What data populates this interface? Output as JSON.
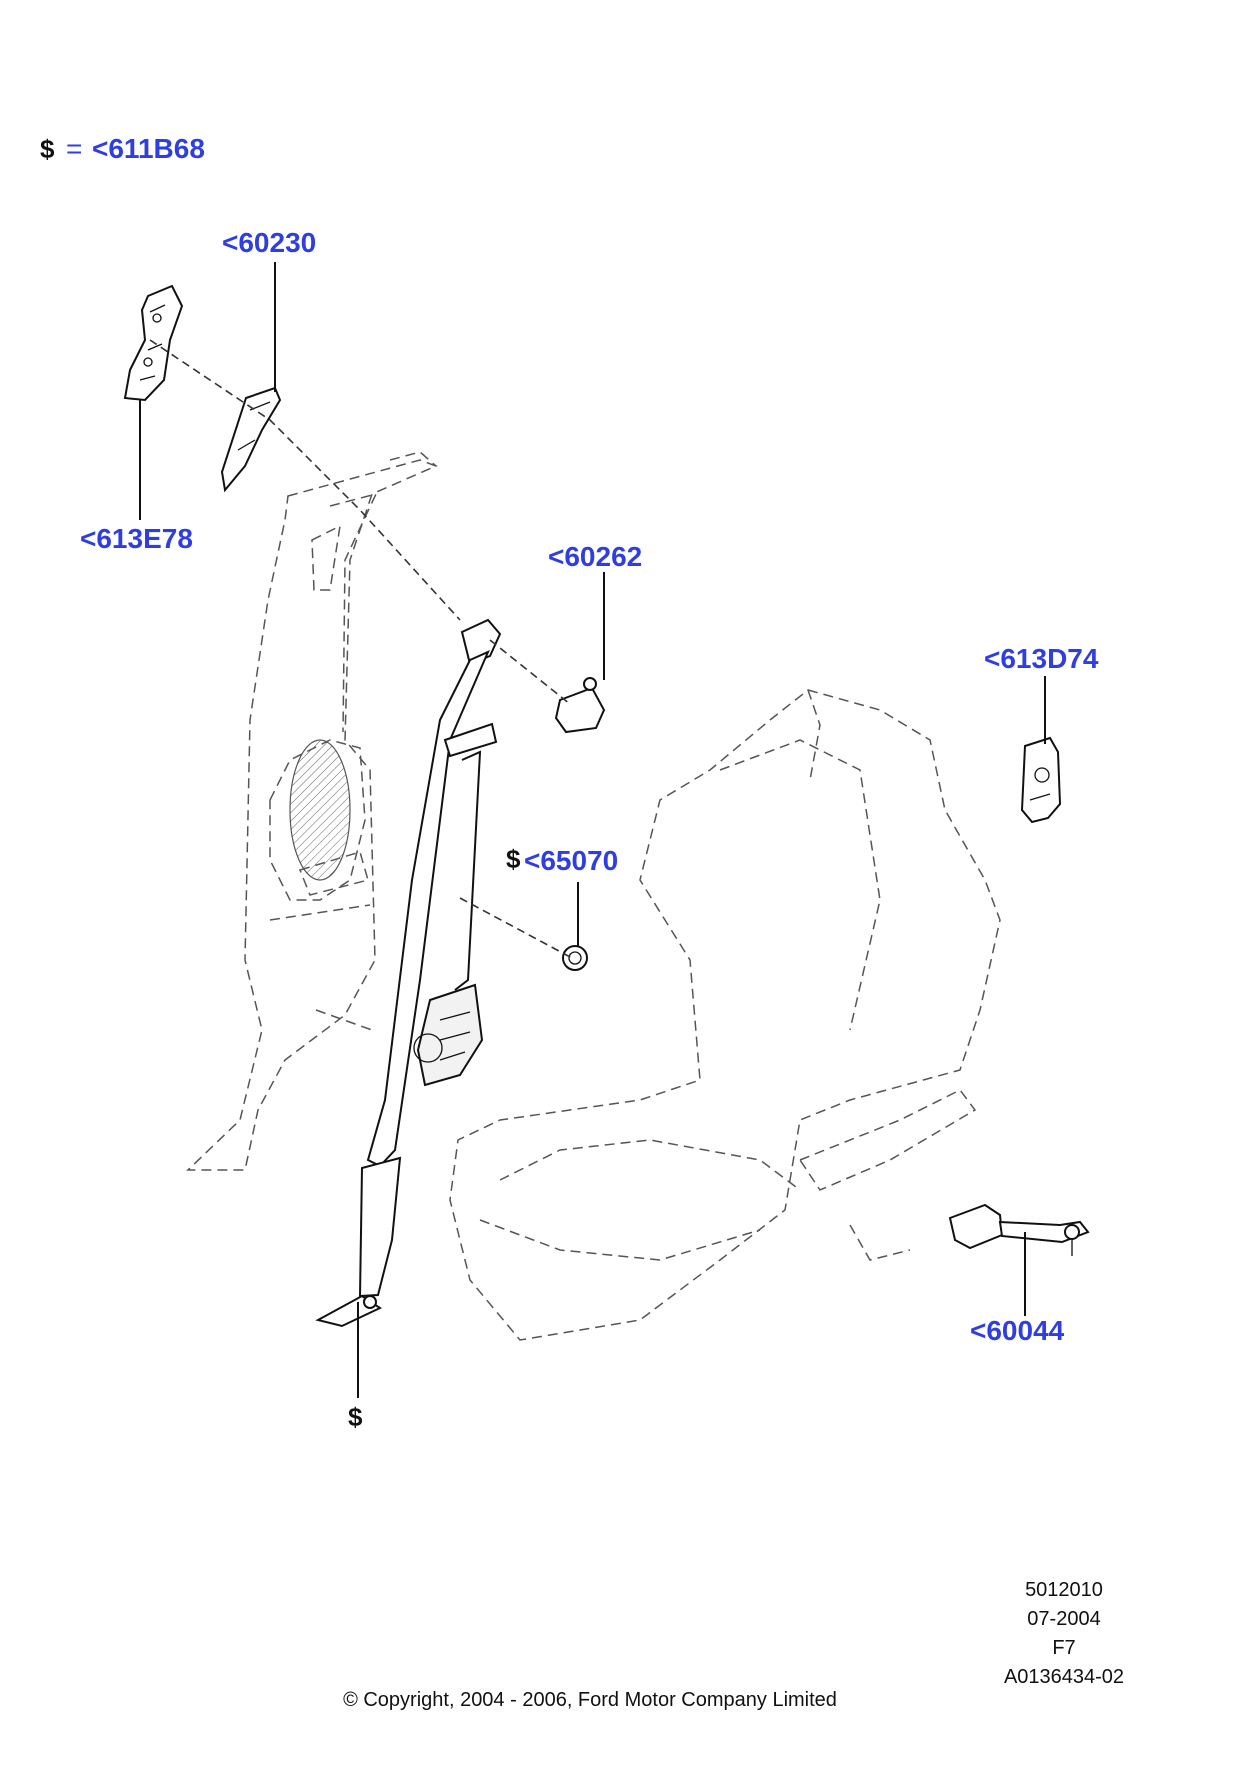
{
  "legend": {
    "symbol": "$",
    "equals": "=",
    "reference": "<611B68"
  },
  "callouts": {
    "part_60230": "<60230",
    "part_613E78": "<613E78",
    "part_60262": "<60262",
    "part_613D74": "<613D74",
    "part_65070": "<65070",
    "part_65070_symbol": "$",
    "part_60044": "<60044",
    "bottom_symbol": "$"
  },
  "footer": {
    "code": "5012010",
    "date": "07-2004",
    "group": "F7",
    "illustration_id": "A0136434-02",
    "copyright": "© Copyright, 2004 - 2006, Ford Motor Company Limited"
  },
  "colors": {
    "callout": "#2f3ee0",
    "linework": "#111111",
    "background": "#ffffff"
  }
}
